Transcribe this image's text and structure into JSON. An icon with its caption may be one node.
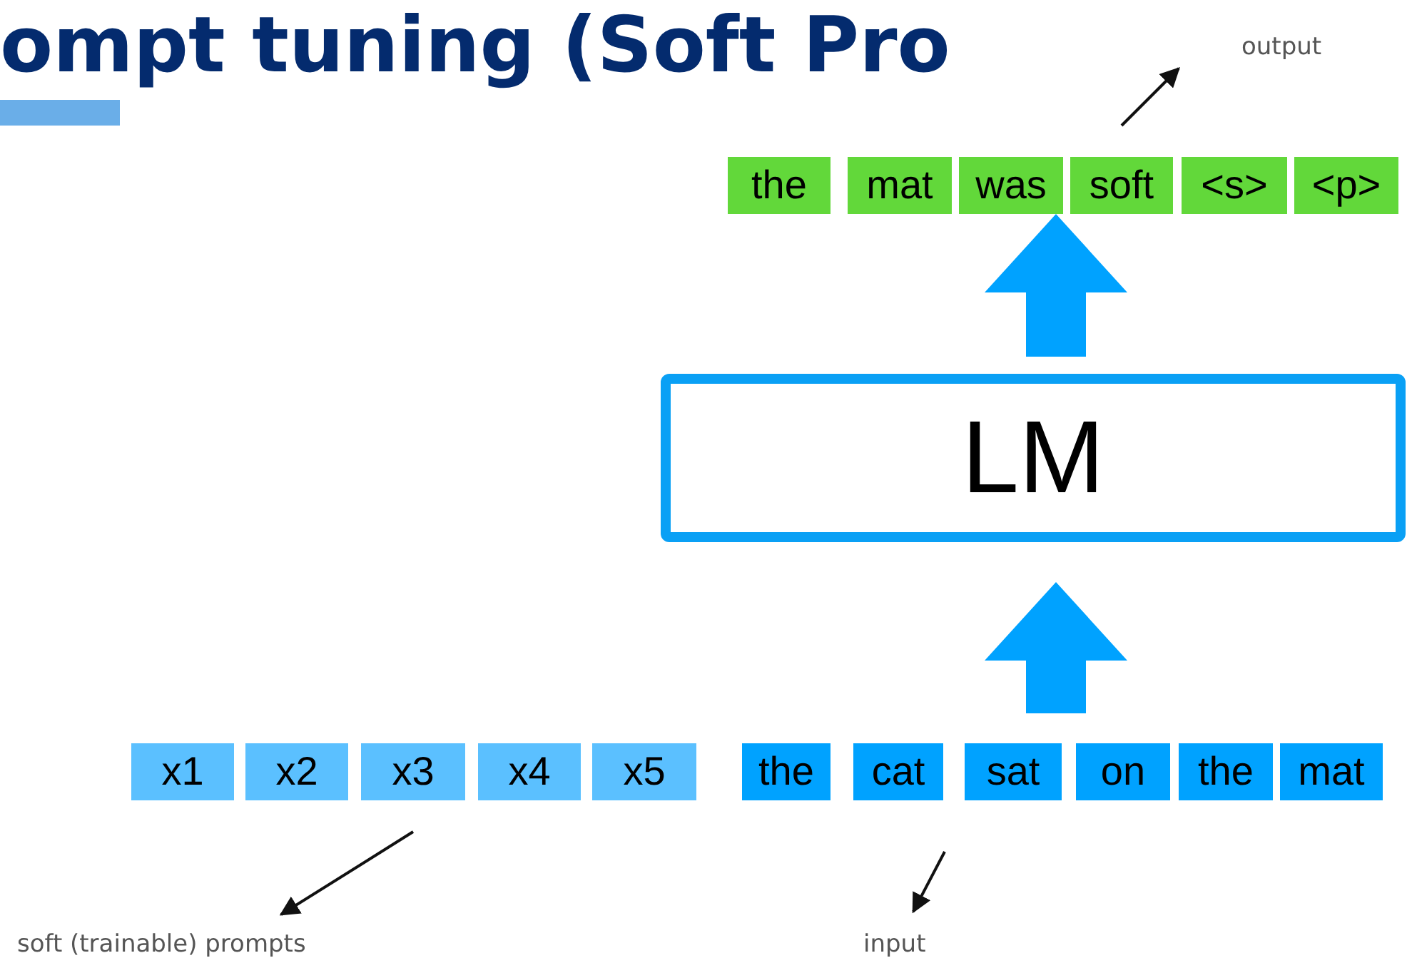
{
  "diagram": {
    "title": "ompt tuning (Soft Pro",
    "nodes": [
      {
        "text": [
          "the"
        ]
      },
      {
        "text": [
          "mat"
        ]
      },
      {
        "text": [
          "was"
        ]
      },
      {
        "text": [
          "soft"
        ]
      },
      {
        "text": [
          "<s>"
        ]
      },
      {
        "text": [
          "<p>"
        ]
      },
      {
        "text": [
          "LM"
        ]
      },
      {
        "text": [
          "x1"
        ]
      },
      {
        "text": [
          "x2"
        ]
      },
      {
        "text": [
          "x3"
        ]
      },
      {
        "text": [
          "x4"
        ]
      },
      {
        "text": [
          "x5"
        ]
      },
      {
        "text": [
          "the"
        ]
      },
      {
        "text": [
          "cat"
        ]
      },
      {
        "text": [
          "sat"
        ]
      },
      {
        "text": [
          "on"
        ]
      },
      {
        "text": [
          "the"
        ]
      },
      {
        "text": [
          "mat"
        ]
      },
      {
        "text": [
          "output"
        ]
      },
      {
        "text": [
          "soft (trainable) prompts"
        ]
      },
      {
        "text": [
          "input"
        ]
      }
    ],
    "edges": [
      {
        "from": null,
        "to": 6,
        "arrow": "to",
        "style": "thick"
      },
      {
        "from": 6,
        "to": null,
        "arrow": "to",
        "style": "thick"
      },
      {
        "from": 3,
        "to": 18,
        "arrow": "to"
      },
      {
        "from": 9,
        "to": 19,
        "arrow": "to"
      },
      {
        "from": null,
        "to": 20,
        "arrow": "to"
      }
    ]
  }
}
